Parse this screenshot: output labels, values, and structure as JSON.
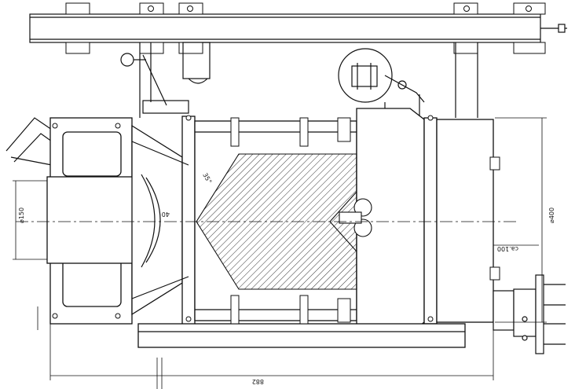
{
  "drawing": {
    "stroke_color": "#111111",
    "fill_color": "#ffffff",
    "hatch_color": "#333333"
  },
  "dimensions": {
    "overall_length": "882",
    "diameter_outer": "⌀400",
    "diameter_inlet": "⌀150",
    "offset": "ca.100",
    "angle_value": "40",
    "angle_value_2": "35°"
  }
}
